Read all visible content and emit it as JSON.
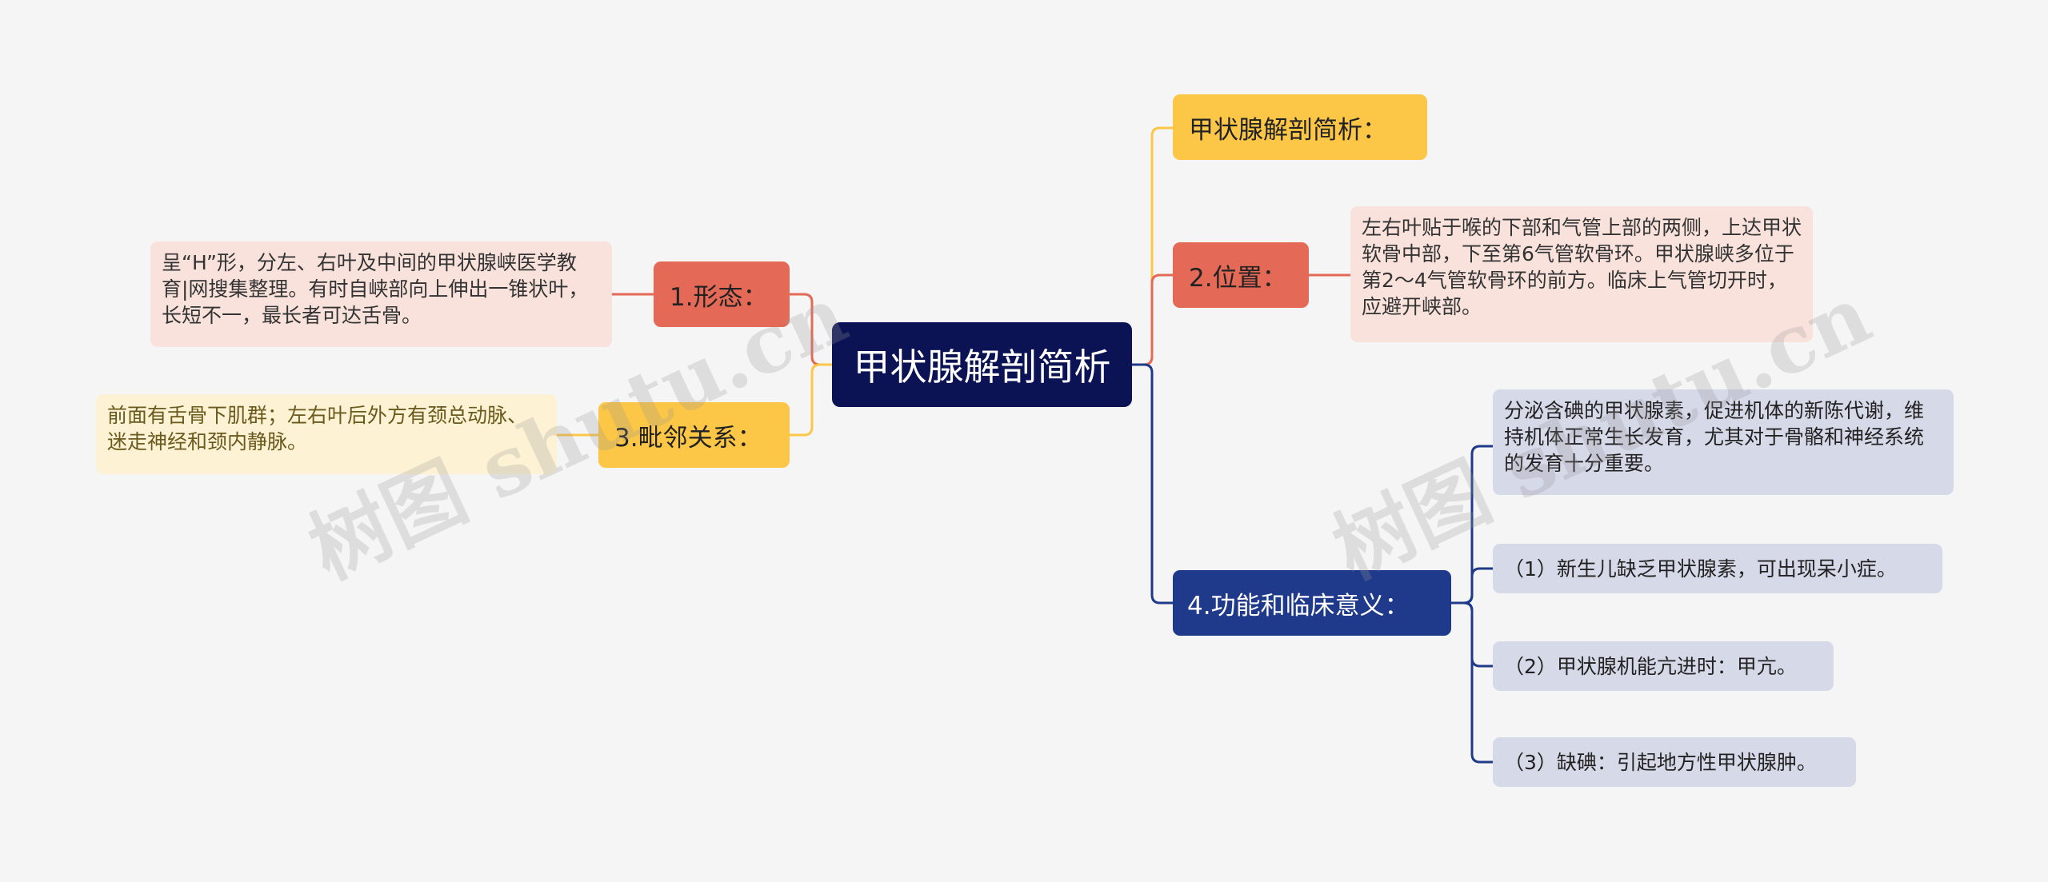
{
  "root": "甲状腺解剖简析",
  "branches": {
    "title": {
      "label": "甲状腺解剖简析："
    },
    "position": {
      "label": "2.位置：",
      "text": "左右叶贴于喉的下部和气管上部的两侧，上达甲状软骨中部，下至第6气管软骨环。甲状腺峡多位于第2～4气管软骨环的前方。临床上气管切开时，应避开峡部。"
    },
    "function": {
      "label": "4.功能和临床意义：",
      "items": [
        "分泌含碘的甲状腺素，促进机体的新陈代谢，维持机体正常生长发育，尤其对于骨骼和神经系统的发育十分重要。",
        "（1）新生儿缺乏甲状腺素，可出现呆小症。",
        "（2）甲状腺机能亢进时：甲亢。",
        "（3）缺碘：引起地方性甲状腺肿。"
      ]
    },
    "shape": {
      "label": "1.形态：",
      "text": "呈“H”形，分左、右叶及中间的甲状腺峡医学教育|网搜集整理。有时自峡部向上伸出一锥状叶，长短不一，最长者可达舌骨。"
    },
    "adjacent": {
      "label": "3.毗邻关系：",
      "text": "前面有舌骨下肌群；左右叶后外方有颈总动脉、迷走神经和颈内静脉。"
    }
  },
  "watermark": [
    "树图 shutu.cn",
    "树图 shutu.cn"
  ],
  "colors": {
    "background": "#f5f5f5",
    "root": "#0b1354",
    "pink": "#e46a57",
    "yellow": "#fcc646",
    "blue": "#1f3a8a",
    "leaf_pink": "#f9e2dc",
    "leaf_yellow": "#fdf2d3",
    "leaf_blue": "#d5d9e8"
  }
}
